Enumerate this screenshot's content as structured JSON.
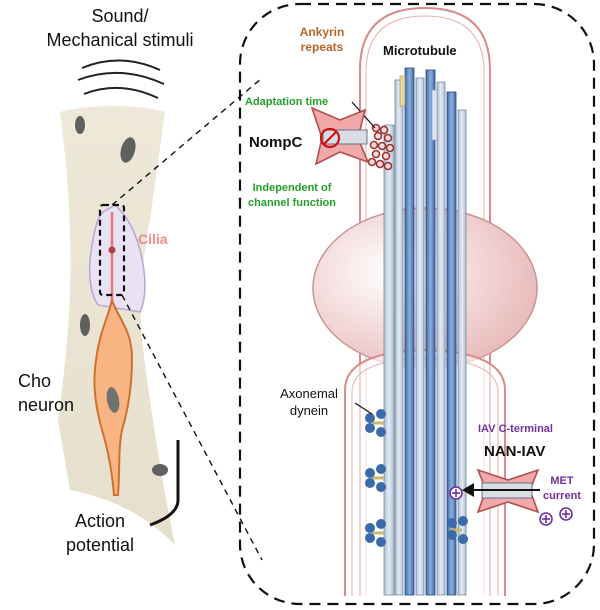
{
  "labels": {
    "stimulus_line1": "Sound/",
    "stimulus_line2": "Mechanical stimuli",
    "cilia": "Cilia",
    "cho_line1": "Cho",
    "cho_line2": "neuron",
    "action_line1": "Action",
    "action_line2": "potential",
    "microtubule": "Microtubule",
    "ankyrin_line1": "Ankyrin",
    "ankyrin_line2": "repeats",
    "adaptation": "Adaptation time",
    "nompc": "NompC",
    "independent_line1": "Independent of",
    "independent_line2": "channel function",
    "axonemal_line1": "Axonemal",
    "axonemal_line2": "dynein",
    "iav_cterminal": "IAV C-terminal",
    "nan_iav": "NAN-IAV",
    "met_line1": "MET",
    "met_line2": "current"
  },
  "colors": {
    "neuron_orange": "#f0a060",
    "cilia_pink": "#e87878",
    "ankyrin_brown": "#b8652a",
    "green_text": "#22a02a",
    "purple_text": "#7030a0",
    "channel_pink": "#f0a0a0",
    "dynein_blue": "#3a6aa8",
    "microtubule_blue": "#5a88c8",
    "microtubule_light": "#c8d6e6",
    "membrane_pink": "#d88a8a"
  }
}
